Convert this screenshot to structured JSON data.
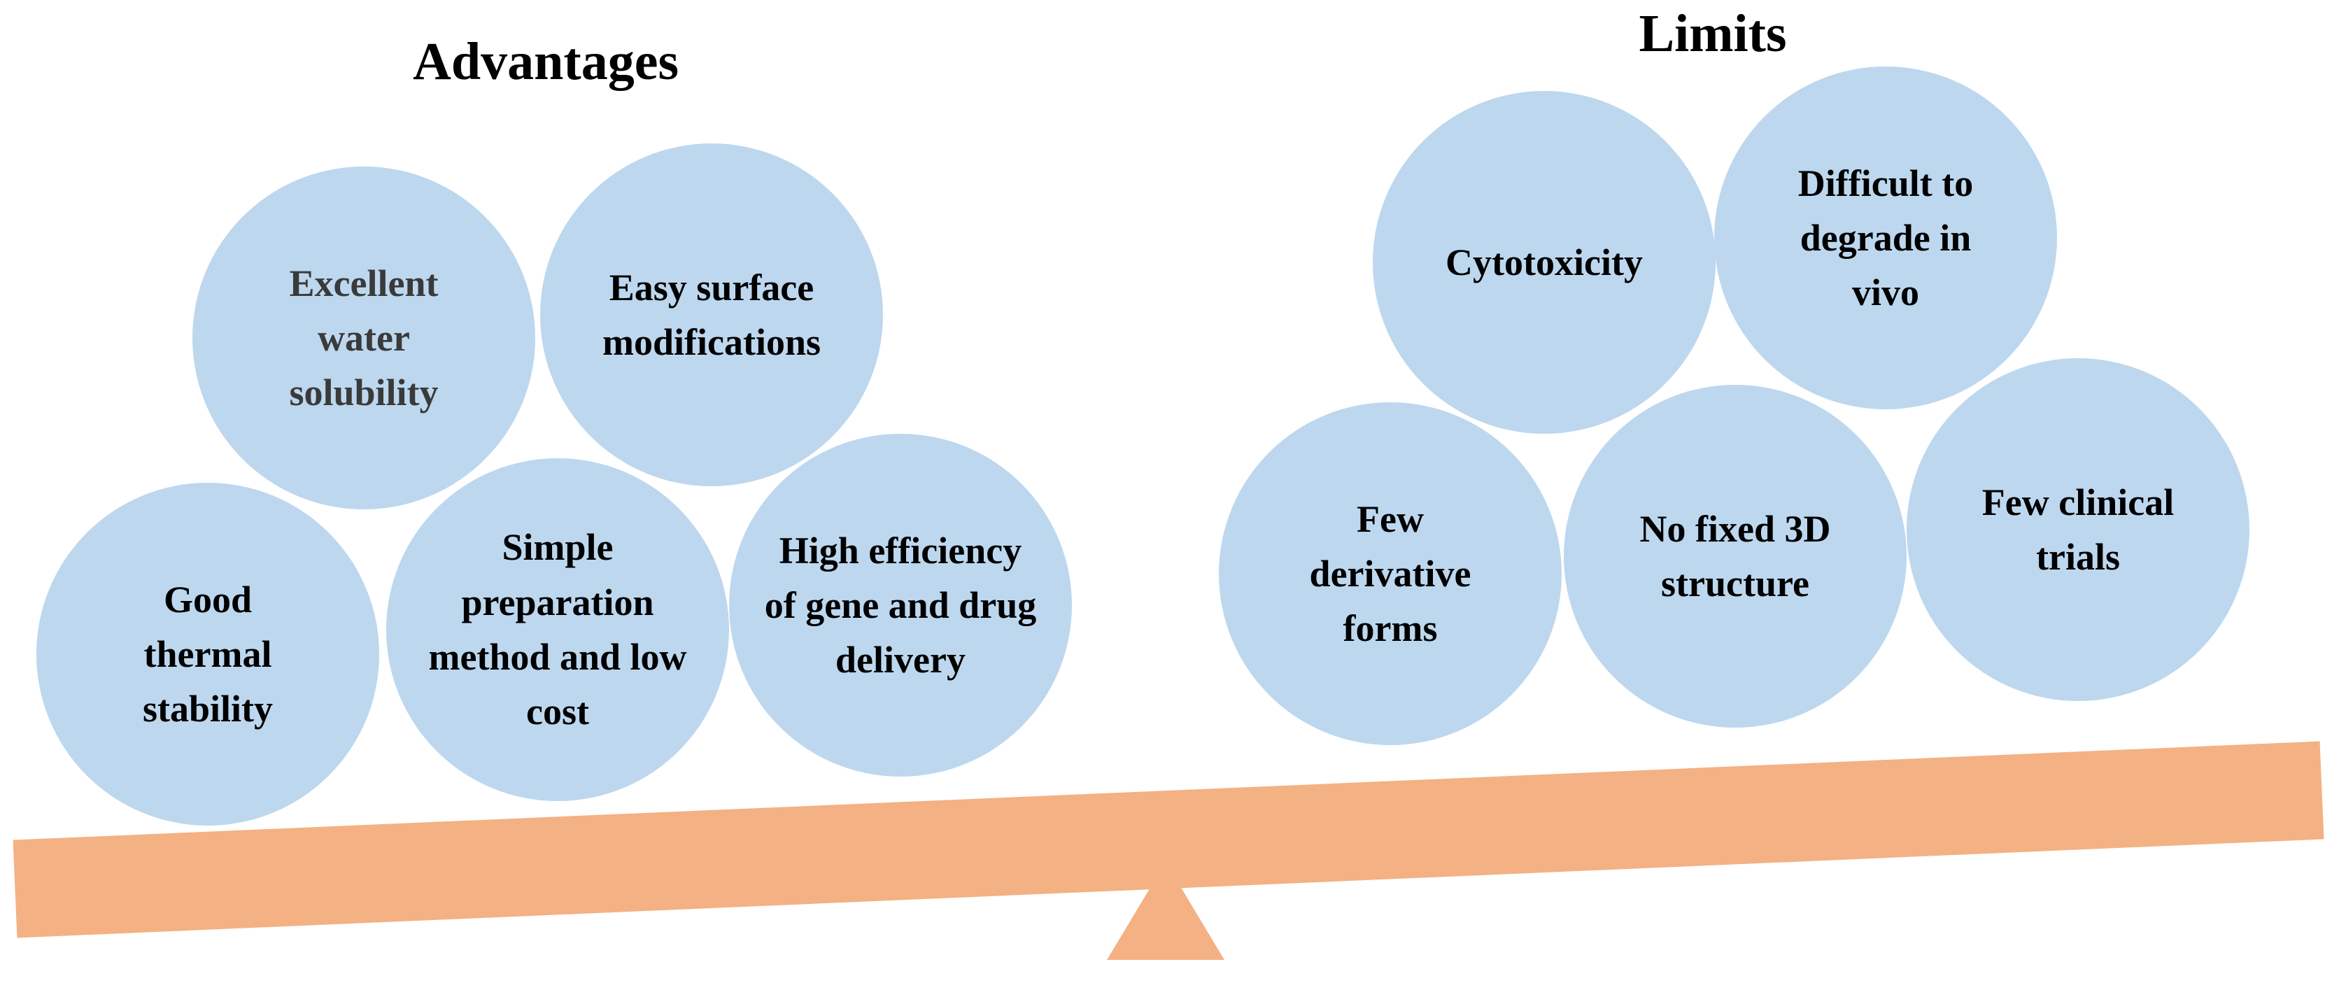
{
  "headings": {
    "advantages": "Advantages",
    "limits": "Limits"
  },
  "colors": {
    "circle_fill": "#bdd7ee",
    "beam_fill": "#f4b183",
    "label_text": "#000000",
    "label_text_muted": "#3a3a3a"
  },
  "advantages": [
    {
      "label": "Excellent water solubility"
    },
    {
      "label": "Easy surface modifications"
    },
    {
      "label": "Good thermal stability"
    },
    {
      "label": "Simple preparation method and low cost"
    },
    {
      "label": "High efficiency of gene and drug delivery"
    }
  ],
  "limits": [
    {
      "label": "Cytotoxicity"
    },
    {
      "label": "Difficult to degrade in vivo"
    },
    {
      "label": "Few derivative forms"
    },
    {
      "label": "No fixed 3D structure"
    },
    {
      "label": "Few clinical trials"
    }
  ]
}
